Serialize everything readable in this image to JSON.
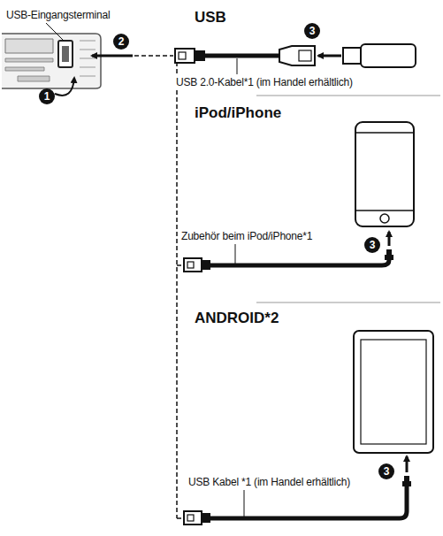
{
  "diagram": {
    "labels": [
      "USB-Eingangsterminal",
      "USB",
      "3",
      "USB 2.0-Kabel*1 (im Handel erhältlich)",
      "2",
      "1",
      "iPod/iPhone",
      "Zubehör beim iPod/iPhone*1",
      "3",
      "ANDROID*2",
      "USB Kabel *1 (im Handel erhältlich)",
      "3"
    ]
  }
}
